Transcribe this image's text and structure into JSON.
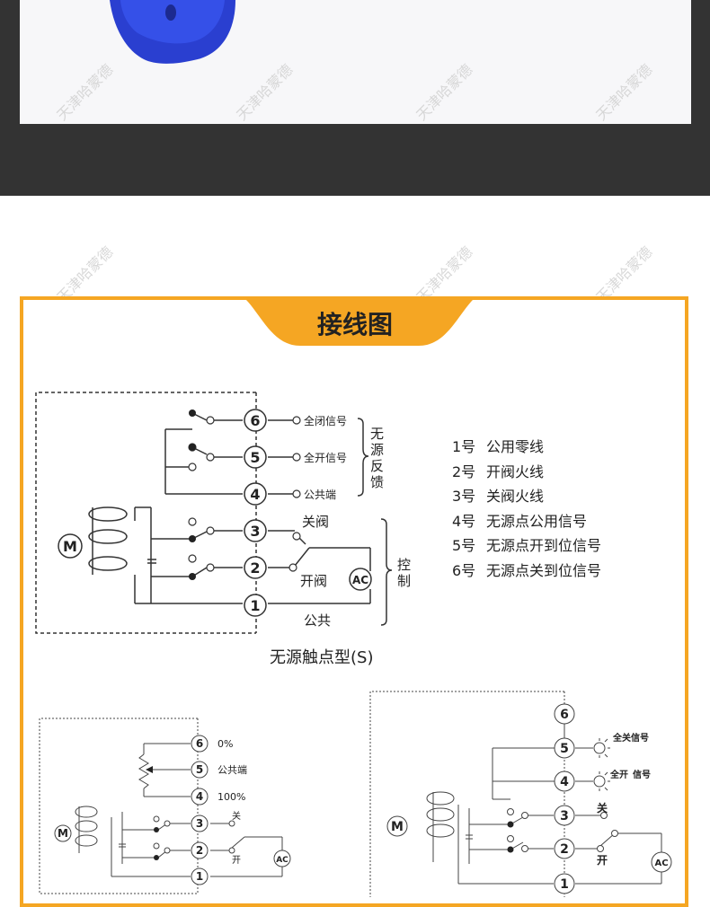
{
  "title": "接线图",
  "caption": "无源触点型(S)",
  "watermark": "天津哈蒙德",
  "colors": {
    "accent": "#f5a623",
    "dark_band": "#333333",
    "valve_blue": "#2a3fd0"
  },
  "main_diagram": {
    "motor_label": "M",
    "ac_label": "AC",
    "terminals": [
      "6",
      "5",
      "4",
      "3",
      "2",
      "1"
    ],
    "labels": {
      "close_signal": "全闭信号",
      "open_signal": "全开信号",
      "common_end": "公共端",
      "feedback_bracket": [
        "无",
        "源",
        "反",
        "馈"
      ],
      "close_valve": "关阀",
      "open_valve": "开阀",
      "common": "公共",
      "control_bracket": [
        "控",
        "制"
      ]
    }
  },
  "legend": [
    {
      "num": "1号",
      "text": "公用零线"
    },
    {
      "num": "2号",
      "text": "开阀火线"
    },
    {
      "num": "3号",
      "text": "关阀火线"
    },
    {
      "num": "4号",
      "text": "无源点公用信号"
    },
    {
      "num": "5号",
      "text": "无源点开到位信号"
    },
    {
      "num": "6号",
      "text": "无源点关到位信号"
    }
  ],
  "diagram_left": {
    "motor_label": "M",
    "ac_label": "AC",
    "terminals": [
      "6",
      "5",
      "4",
      "3",
      "2",
      "1"
    ],
    "labels": {
      "pct0": "0%",
      "common_end": "公共端",
      "pct100": "100%",
      "close": "关",
      "open": "开"
    }
  },
  "diagram_right": {
    "motor_label": "M",
    "ac_label": "AC",
    "terminals": [
      "6",
      "5",
      "4",
      "3",
      "2",
      "1"
    ],
    "labels": {
      "all_close_signal": "全关信号",
      "all_open": "全开",
      "signal": "信号",
      "close": "关",
      "open": "开"
    }
  }
}
